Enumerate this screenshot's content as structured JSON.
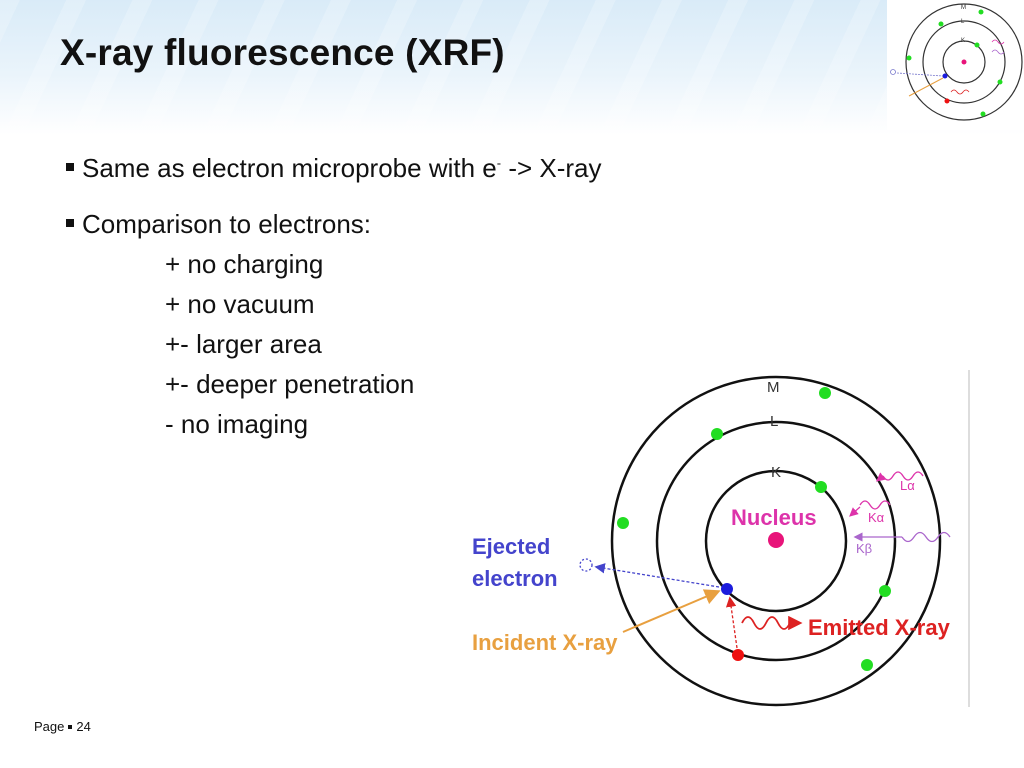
{
  "slide": {
    "title": "X-ray fluorescence (XRF)",
    "bullets": [
      {
        "text_before": "Same as electron microprobe with e",
        "superscript": "-",
        "text_after": " -> X-ray"
      },
      {
        "text": "Comparison to electrons:",
        "sub_items": [
          "+ no charging",
          "+ no vacuum",
          "+- larger area",
          "+- deeper penetration",
          "- no imaging"
        ]
      }
    ]
  },
  "diagram": {
    "shell_labels": [
      "M",
      "L",
      "K"
    ],
    "nucleus_label": "Nucleus",
    "ejected_label_line1": "Ejected",
    "ejected_label_line2": "electron",
    "incident_label": "Incident X-ray",
    "emitted_label": "Emitted X-ray",
    "transition_labels": [
      "Lα",
      "Kα",
      "Kβ"
    ],
    "colors": {
      "nucleus": "#e8147a",
      "electron": "#22dd22",
      "ejected": "#1c1cdd",
      "vacancy": "#ee1111",
      "label_blue": "#4444cc",
      "label_orange": "#e8a040",
      "label_red": "#dd2222",
      "label_pink": "#dd33aa",
      "wave_purple": "#aa66cc"
    }
  },
  "thumbnail": {
    "shell_labels": [
      "M",
      "L",
      "K"
    ]
  },
  "footer": {
    "page_label": "Page",
    "page_number": "24"
  }
}
